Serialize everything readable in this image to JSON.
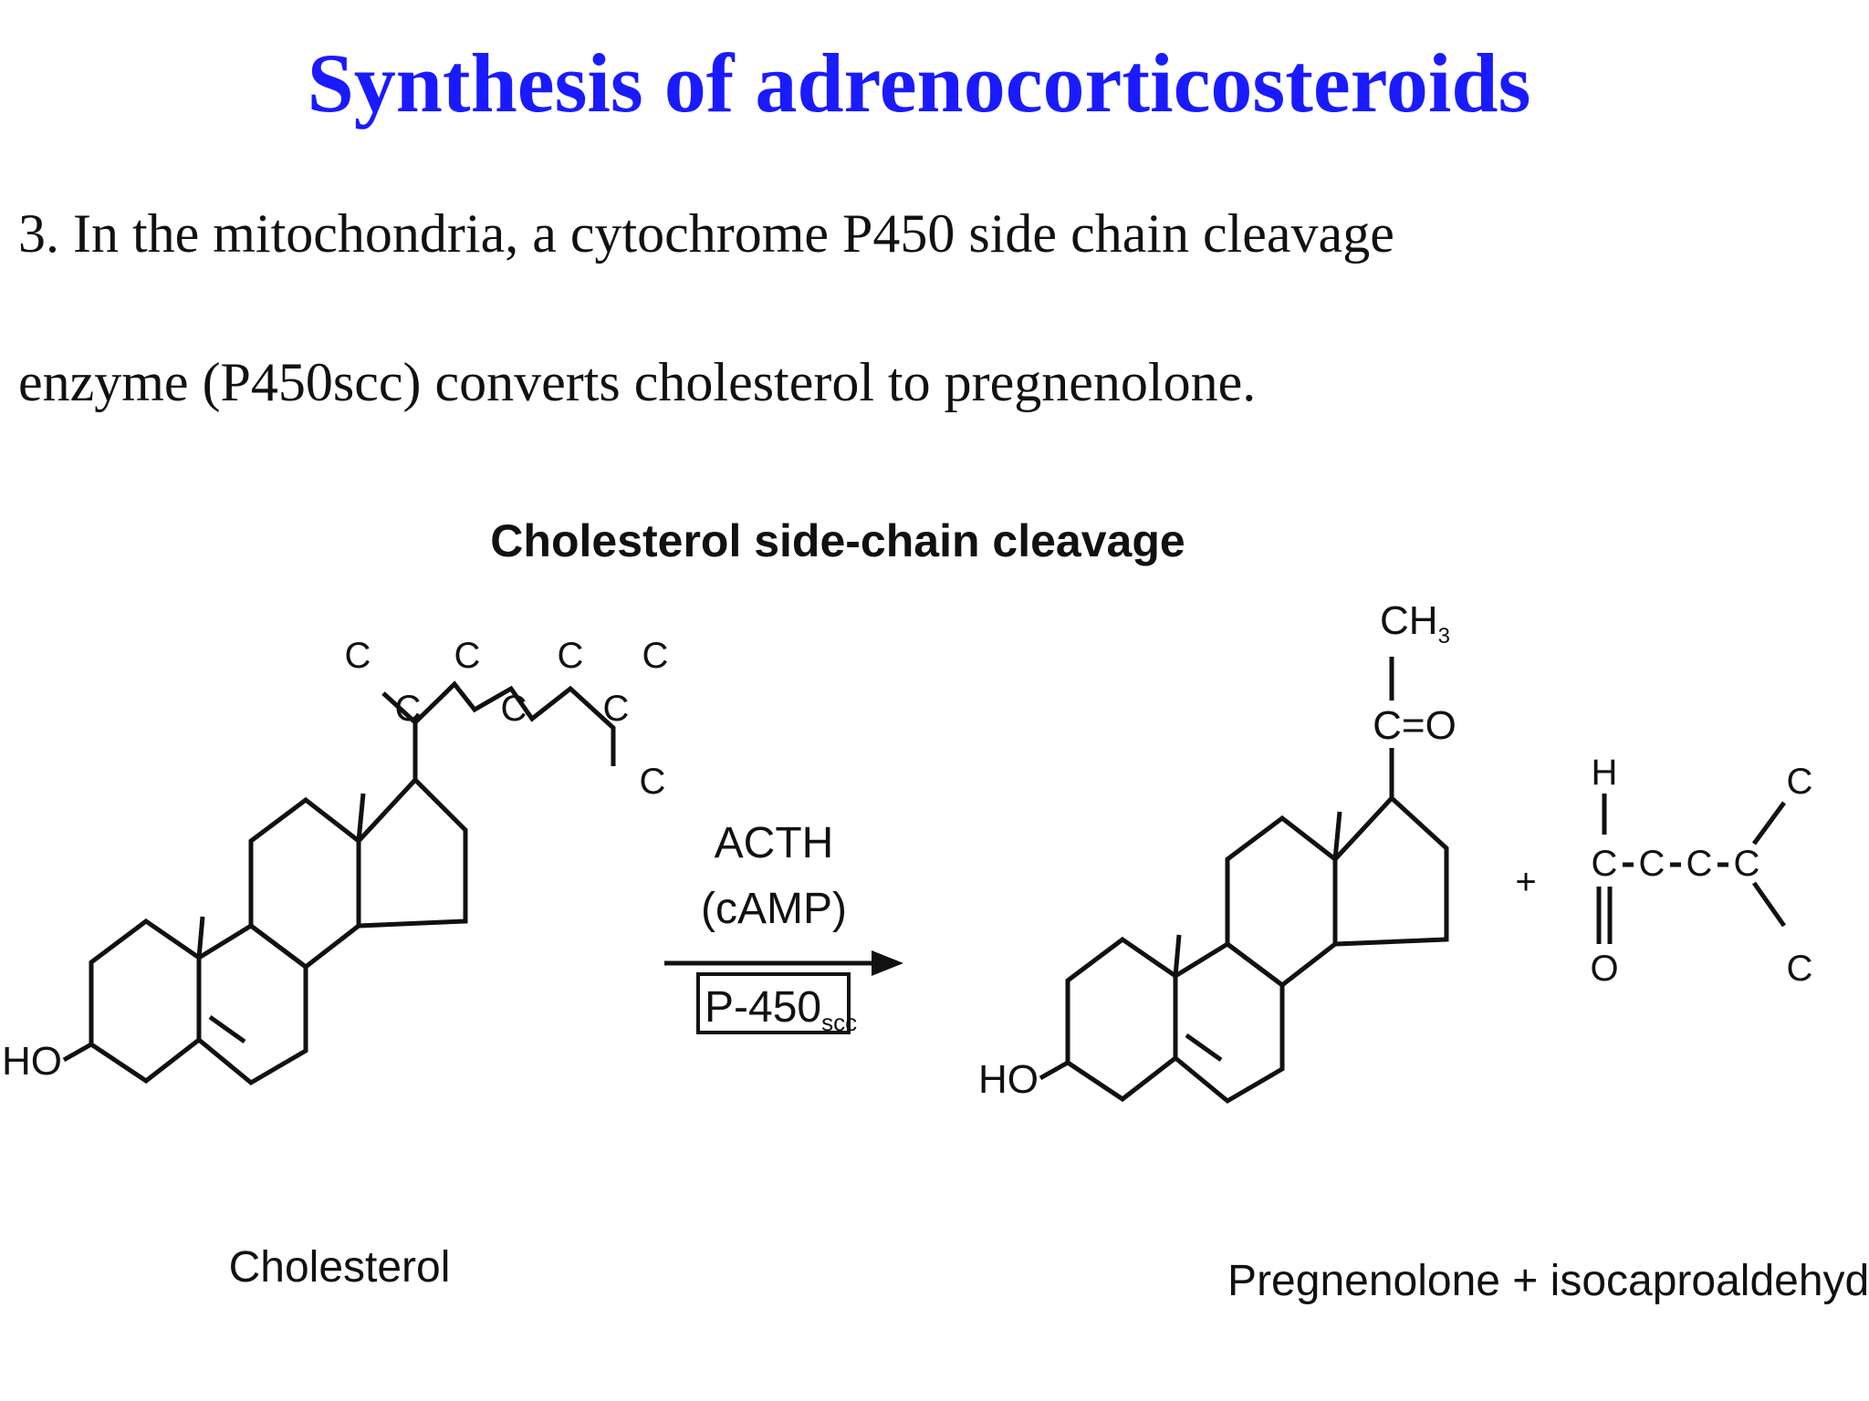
{
  "slide": {
    "title": "Synthesis of adrenocorticosteroids",
    "text_line_1": "3. In the mitochondria, a cytochrome P450 side chain cleavage",
    "text_line_2": "enzyme (P450scc) converts cholesterol to pregnenolone."
  },
  "figure": {
    "heading": "Cholesterol side-chain cleavage",
    "reactant": {
      "caption": "Cholesterol",
      "hydroxyl_label": "HO",
      "side_chain_atom": "C"
    },
    "arrow": {
      "label_above_1": "ACTH",
      "label_above_2": "(cAMP)",
      "enzyme_box": "P-450",
      "enzyme_subscript": "scc"
    },
    "product": {
      "caption": "Pregnenolone + isocaproaldehyde",
      "hydroxyl_label": "HO",
      "methyl_label": "CH",
      "methyl_subscript": "3",
      "ketone_label": "C=O",
      "plus_sign": "+",
      "aldehyde_h": "H",
      "aldehyde_o": "O",
      "chain_atom": "C"
    }
  }
}
